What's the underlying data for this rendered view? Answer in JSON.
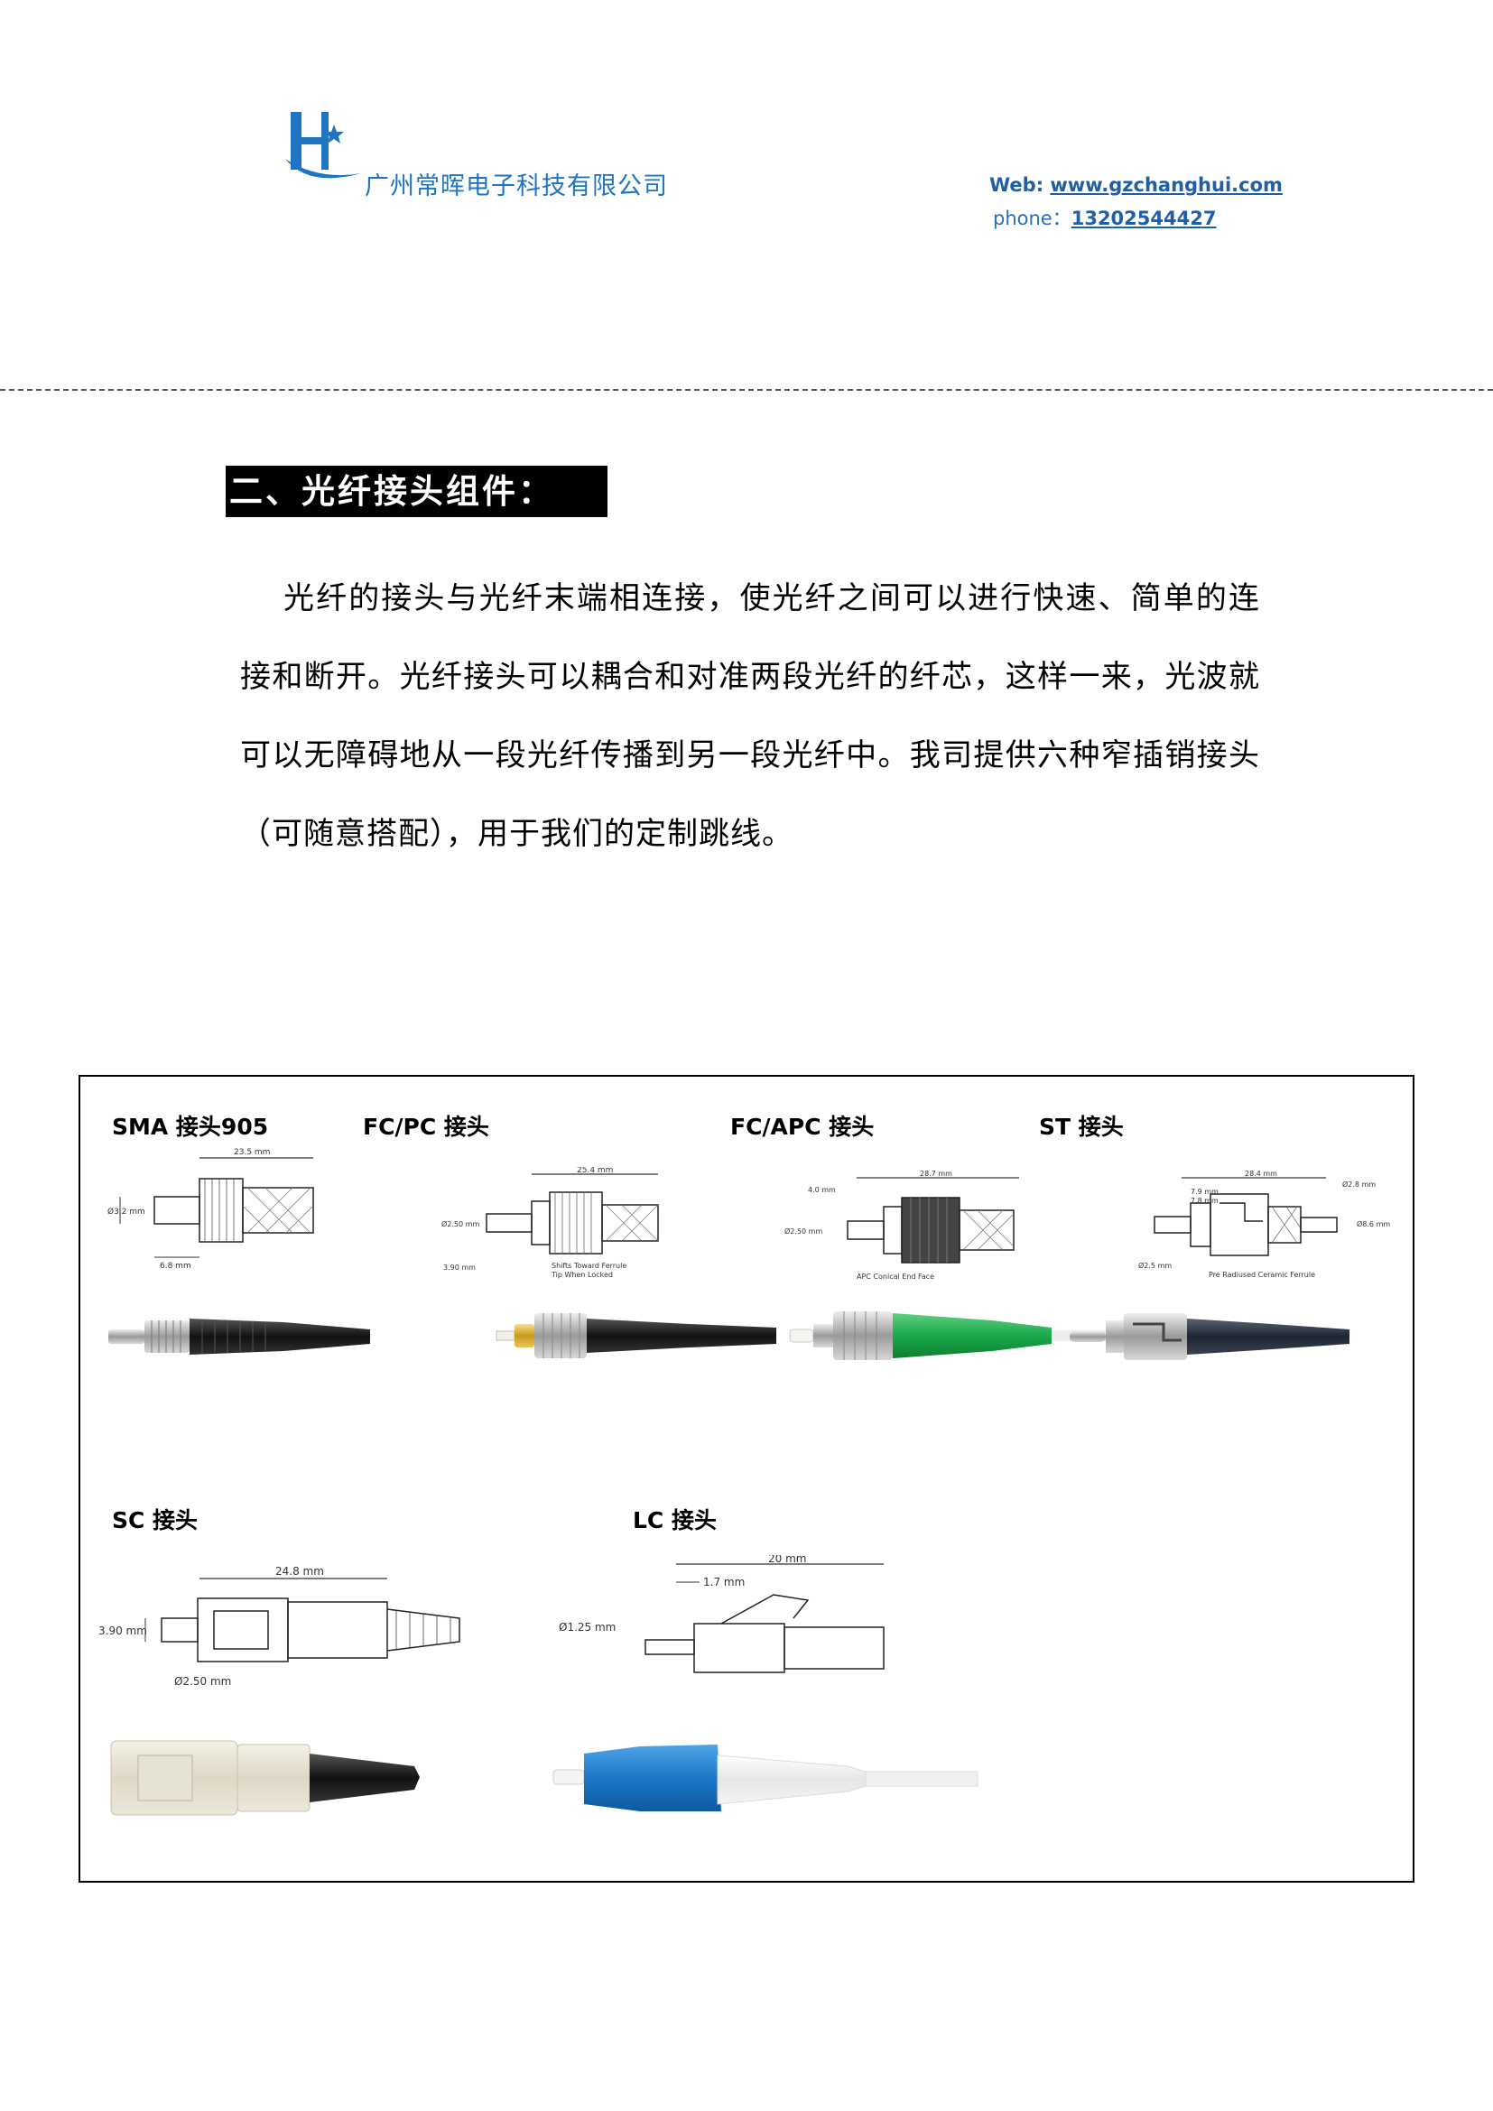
{
  "header": {
    "company_name": "广州常晖电子科技有限公司",
    "web_label": "Web: ",
    "web_url": "www.gzchanghui.com",
    "phone_label": "phone：",
    "phone_number": "13202544427",
    "logo_icon": "hc-logo-icon"
  },
  "section": {
    "title": "二、光纤接头组件："
  },
  "paragraph": "光纤的接头与光纤末端相连接，使光纤之间可以进行快速、简单的连接和断开。光纤接头可以耦合和对准两段光纤的纤芯，这样一来，光波就可以无障碍地从一段光纤传播到另一段光纤中。我司提供六种窄插销接头（可随意搭配），用于我们的定制跳线。",
  "connectors": [
    {
      "label": "SMA  接头905",
      "dims": [
        "23.5 mm",
        "Ø3.2 mm",
        "6.8 mm"
      ]
    },
    {
      "label": "FC/PC  接头",
      "dims": [
        "25.4 mm",
        "Ø2.50 mm",
        "3.90 mm",
        "Shifts Toward Ferrule",
        "Tip When Locked"
      ]
    },
    {
      "label": "FC/APC  接头",
      "dims": [
        "28.7 mm",
        "4.0 mm",
        "Ø2.50 mm",
        "APC Conical End Face"
      ]
    },
    {
      "label": "ST  接头",
      "dims": [
        "28.4 mm",
        "7.9 mm",
        "7.8 mm",
        "Ø2.8 mm",
        "Ø8.6 mm",
        "Ø2.5 mm",
        "Pre Radiused Ceramic Ferrule"
      ]
    },
    {
      "label": "SC  接头",
      "dims": [
        "24.8 mm",
        "3.90 mm",
        "Ø2.50 mm"
      ]
    },
    {
      "label": "LC  接头",
      "dims": [
        "20 mm",
        "1.7 mm",
        "Ø1.25 mm"
      ]
    }
  ],
  "colors": {
    "brand_blue": "#1f74c4",
    "fcapc_boot": "#1aa84a",
    "lc_housing": "#1b78c8"
  }
}
